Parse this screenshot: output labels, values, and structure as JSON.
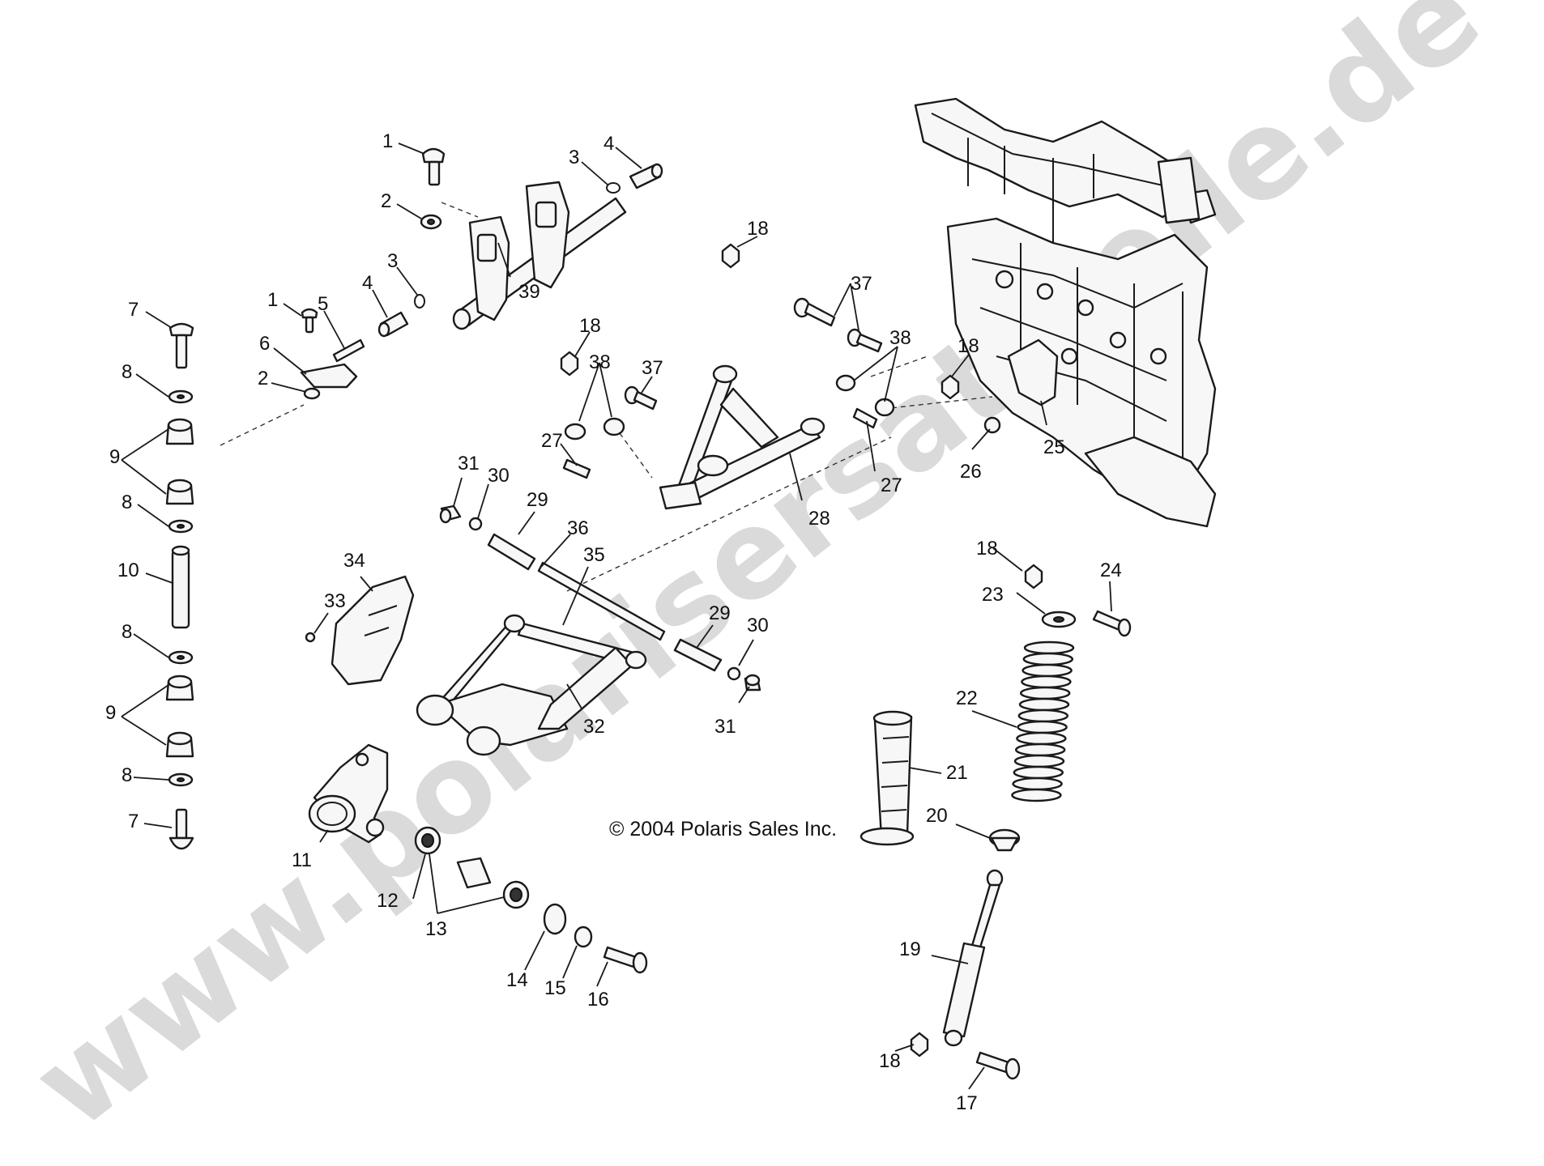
{
  "watermark": "www.polarisersatzteile.de",
  "copyright": "© 2004 Polaris Sales Inc.",
  "callouts": [
    "1",
    "2",
    "3",
    "4",
    "5",
    "6",
    "7",
    "8",
    "9",
    "10",
    "11",
    "12",
    "13",
    "14",
    "15",
    "16",
    "17",
    "18",
    "19",
    "20",
    "21",
    "22",
    "23",
    "24",
    "25",
    "26",
    "27",
    "28",
    "29",
    "30",
    "31",
    "32",
    "33",
    "34",
    "35",
    "36",
    "37",
    "38",
    "39"
  ]
}
